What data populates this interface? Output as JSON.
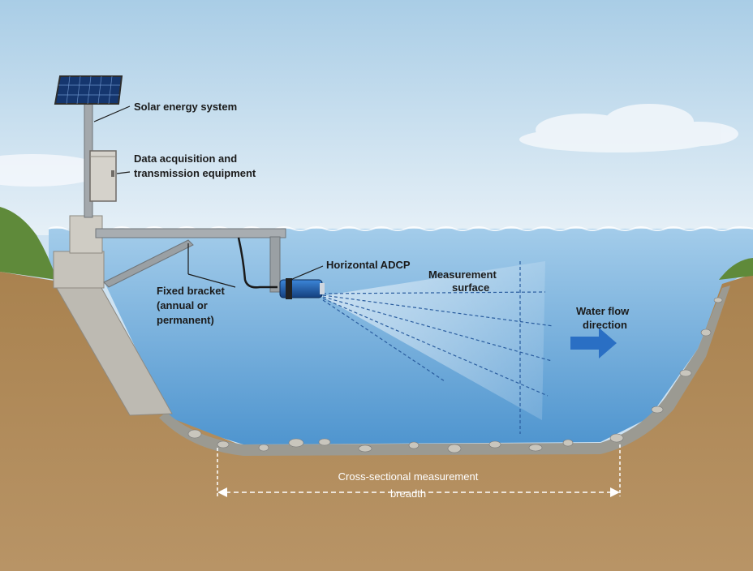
{
  "labels": {
    "solar": "Solar energy system",
    "daq_line1": "Data acquisition and",
    "daq_line2": "transmission equipment",
    "bracket_line1": "Fixed bracket",
    "bracket_line2": "(annual or",
    "bracket_line3": "permanent)",
    "adcp": "Horizontal ADCP",
    "measurement_line1": "Measurement",
    "measurement_line2": "surface",
    "flow_line1": "Water flow",
    "flow_line2": "direction",
    "breadth_line1": "Cross-sectional measurement",
    "breadth_line2": "breadth"
  },
  "colors": {
    "sky_top": "#a9cde6",
    "sky_bottom": "#e6f0f7",
    "water_top": "#a3ccea",
    "water_bottom": "#4f95cf",
    "soil": "#a9824f",
    "soil_dark": "#7e5c34",
    "grass": "#5f8a3a",
    "concrete": "#bdbab2",
    "steel": "#9aa0a4",
    "adcp_blue": "#1e5fb0",
    "flow_arrow": "#2a6fc4"
  },
  "icons": [
    "solar-panel-icon",
    "equipment-box-icon",
    "adcp-sensor-icon",
    "flow-arrow-icon"
  ]
}
